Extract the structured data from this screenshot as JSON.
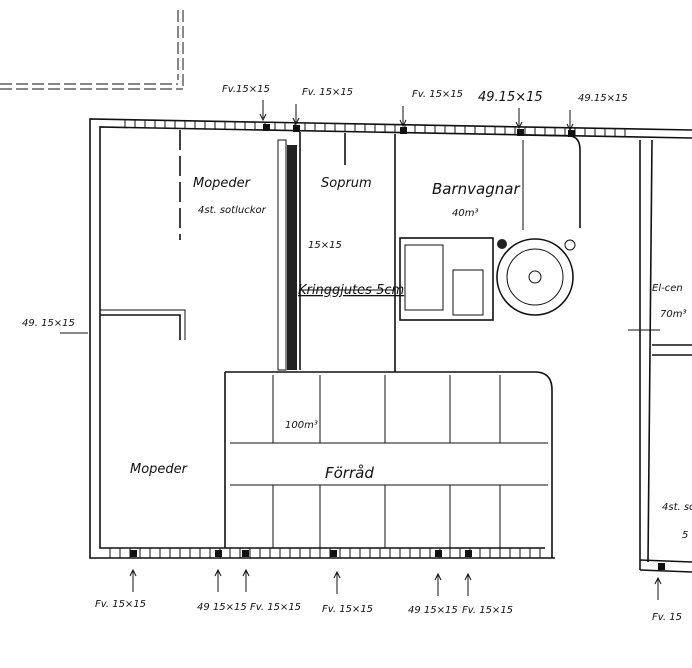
{
  "plan": {
    "top_labels": [
      "Fv.15×15",
      "Fv. 15×15",
      "Fv. 15×15",
      "49.15×15",
      "49.15×15"
    ],
    "left_label": "49. 15×15",
    "rooms": {
      "mopeder_upper": "Mopeder",
      "sotluckor_upper": "4st. sotluckor",
      "soprum": "Soprum",
      "barnvagnar": "Barnvagnar",
      "barnvagnar_volume": "40m³",
      "shaft_size": "15×15",
      "kringgjutes": "Kringgjutes 5cm",
      "el_central": "El-cen",
      "el_volume": "70m³",
      "volume_100": "100m³",
      "mopeder_lower": "Mopeder",
      "forrad": "Förråd",
      "sotluckor_right": "4st. so",
      "right_note": "5"
    },
    "bottom_labels": [
      "Fv. 15×15",
      "49 15×15",
      "Fv. 15×15",
      "Fv. 15×15",
      "49 15×15",
      "Fv. 15×15",
      "Fv. 15"
    ]
  }
}
